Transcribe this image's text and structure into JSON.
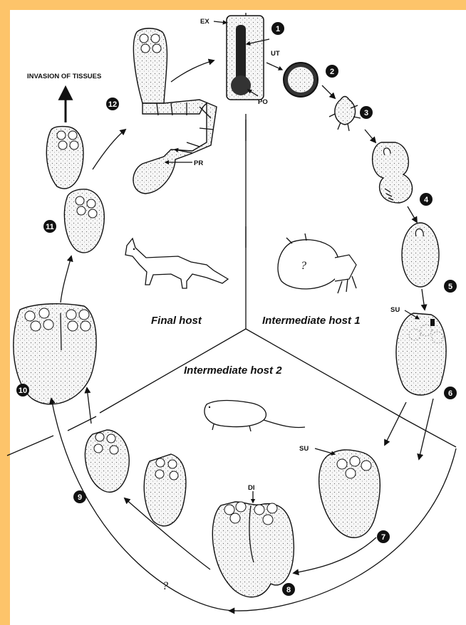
{
  "hosts": {
    "final": "Final host",
    "intermediate1": "Intermediate host 1",
    "intermediate2": "Intermediate host 2"
  },
  "labels": {
    "invasion": "INVASION OF TISSUES",
    "ex": "EX",
    "ut": "UT",
    "po": "PO",
    "pr": "PR",
    "su1": "SU",
    "su2": "SU",
    "di": "DI",
    "question_mite": "?",
    "question_bottom": "?"
  },
  "stages": [
    "1",
    "2",
    "3",
    "4",
    "5",
    "6",
    "7",
    "8",
    "9",
    "10",
    "11",
    "12"
  ],
  "colors": {
    "frame": "#fdc46a",
    "background": "#ffffff",
    "ink": "#111111"
  }
}
